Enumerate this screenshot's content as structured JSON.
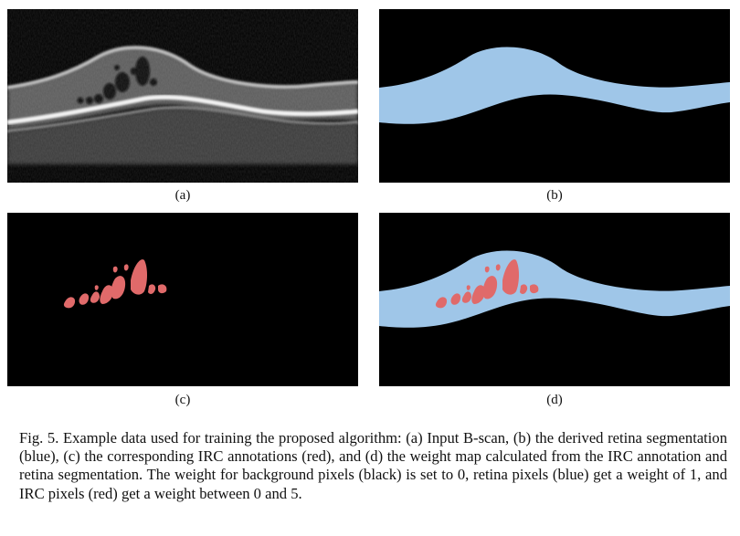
{
  "figure": {
    "subfigures": [
      {
        "label": "(a)",
        "content": "B-scan"
      },
      {
        "label": "(b)",
        "content": "retina"
      },
      {
        "label": "(c)",
        "content": "irc"
      },
      {
        "label": "(d)",
        "content": "weight"
      }
    ],
    "caption": "Fig. 5. Example data used for training the proposed algorithm: (a) Input B-scan, (b) the derived retina segmentation (blue), (c) the corresponding IRC annotations (red), and (d) the weight map calculated from the IRC annotation and retina segmentation. The weight for background pixels (black) is set to 0, retina pixels (blue) get a weight of 1, and IRC pixels (red) get a weight between 0 and 5.",
    "colors": {
      "background": "#000000",
      "retina": "#9fc6e8",
      "irc": "#e06a6a"
    }
  }
}
